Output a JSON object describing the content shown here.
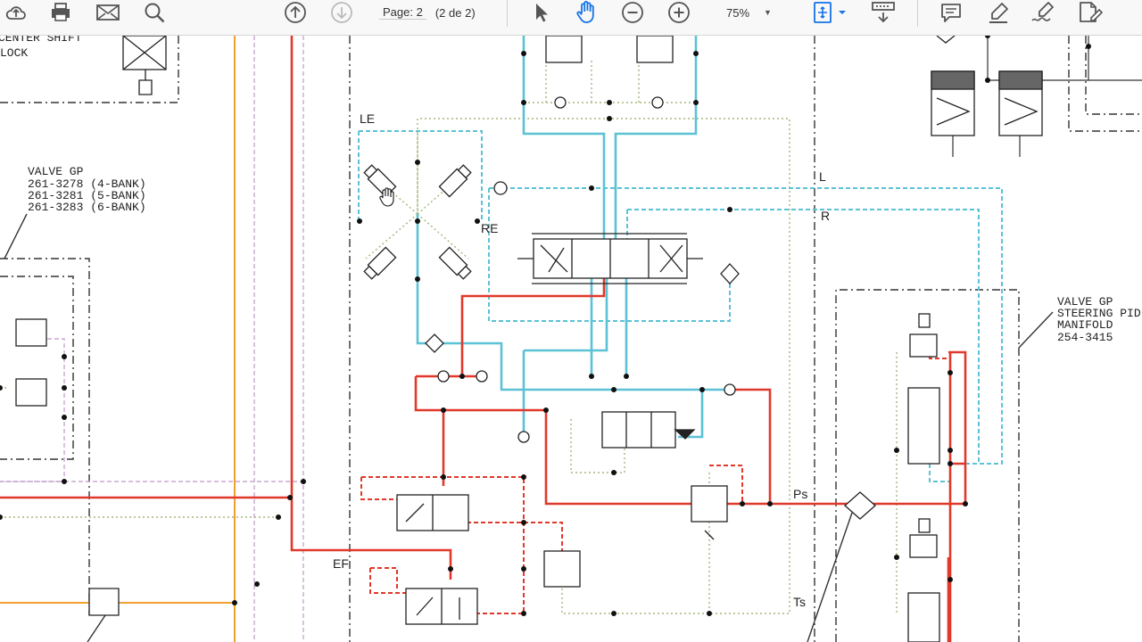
{
  "toolbar": {
    "icons": [
      "cloud-upload-icon",
      "print-icon",
      "mail-icon",
      "search-zoom-icon",
      "page-up-icon",
      "page-down-icon",
      "select-arrow-icon",
      "hand-tool-icon",
      "zoom-out-icon",
      "zoom-in-icon",
      "fit-page-icon",
      "scroll-mode-icon",
      "comment-icon",
      "highlight-icon",
      "sign-icon",
      "edit-pdf-icon"
    ],
    "page_label": "Page:",
    "page_value": "2",
    "page_total": "(2 de 2)",
    "zoom_value": "75%",
    "accent": "#1473e6"
  },
  "diagram": {
    "labels": {
      "center_shift_1": "CENTER SHIFT",
      "center_shift_2": "LOCK",
      "valve_gp": "VALVE GP",
      "valve_4bank": "261-3278 (4-BANK)",
      "valve_5bank": "261-3281 (5-BANK)",
      "valve_6bank": "261-3283 (6-BANK)",
      "le": "LE",
      "re": "RE",
      "ef": "EF",
      "l": "L",
      "r": "R",
      "ps": "Ps",
      "ts": "Ts",
      "steer_1": "VALVE GP",
      "steer_2": "STEERING PID",
      "steer_3": "MANIFOLD",
      "steer_4": "254-3415"
    },
    "colors": {
      "pressure_red": "#e0392b",
      "supply_cyan": "#5bc2d6",
      "pilot_green": "#a3b77a",
      "drain_purple": "#c9a8d0",
      "orange_line": "#f0a030",
      "boundary": "#333333"
    }
  }
}
